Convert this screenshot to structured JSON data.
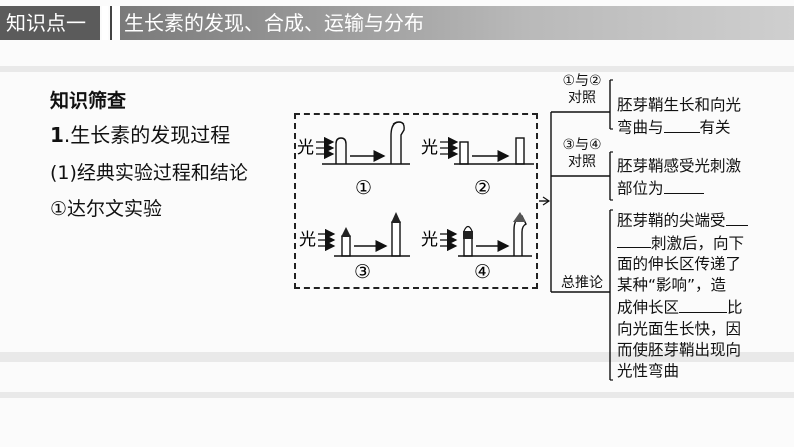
{
  "header": {
    "section_label": "知识点一",
    "title": "生长素的发现、合成、运输与分布"
  },
  "content": {
    "heading": "知识筛查",
    "item_number": "1",
    "item_title": ".生长素的发现过程",
    "sub_title": "(1)经典实验过程和结论",
    "sub_sub_title": "①达尔文实验"
  },
  "diagram": {
    "light_label": "光",
    "experiments": [
      "①",
      "②",
      "③",
      "④"
    ]
  },
  "comparisons": [
    {
      "label_line1": "①与②",
      "label_line2": "对照",
      "conclusion_line1": "胚芽鞘生长和向光",
      "conclusion_pre": "弯曲与",
      "conclusion_post": "有关"
    },
    {
      "label_line1": "③与④",
      "label_line2": "对照",
      "conclusion_line1": "胚芽鞘感受光刺激",
      "conclusion_pre": "部位为",
      "conclusion_post": ""
    },
    {
      "label": "总推论",
      "line1": "胚芽鞘的尖端受",
      "line2_post": "刺激后，向下",
      "line3": "面的伸长区传递了",
      "line4": "某种“影响”，造",
      "line5_pre": "成伸长区",
      "line5_post": "比",
      "line6": "向光面生长快，因",
      "line7": "而使胚芽鞘出现向",
      "line8": "光性弯曲"
    }
  ]
}
